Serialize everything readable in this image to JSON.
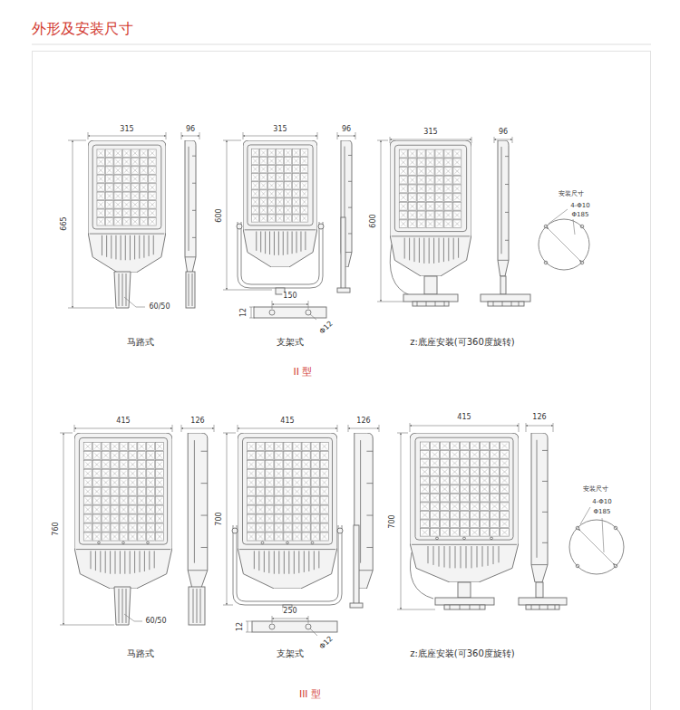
{
  "diagram": {
    "title": "外形及安装尺寸",
    "labels": [
      "315",
      "96",
      "665",
      "60/50",
      "马路式",
      "315",
      "96",
      "600",
      "150",
      "12",
      "Φ12",
      "支架式",
      "315",
      "96",
      "600",
      "安装尺寸",
      "4-Φ10",
      "Φ185",
      "z:底座安装(可360度旋转)",
      "II 型",
      "415",
      "126",
      "760",
      "60/50",
      "马路式",
      "415",
      "126",
      "700",
      "250",
      "12",
      "Φ12",
      "支架式",
      "415",
      "126",
      "700",
      "安装尺寸",
      "4-Φ10",
      "Φ185",
      "z:底座安装(可360度旋转)",
      "III 型"
    ]
  }
}
